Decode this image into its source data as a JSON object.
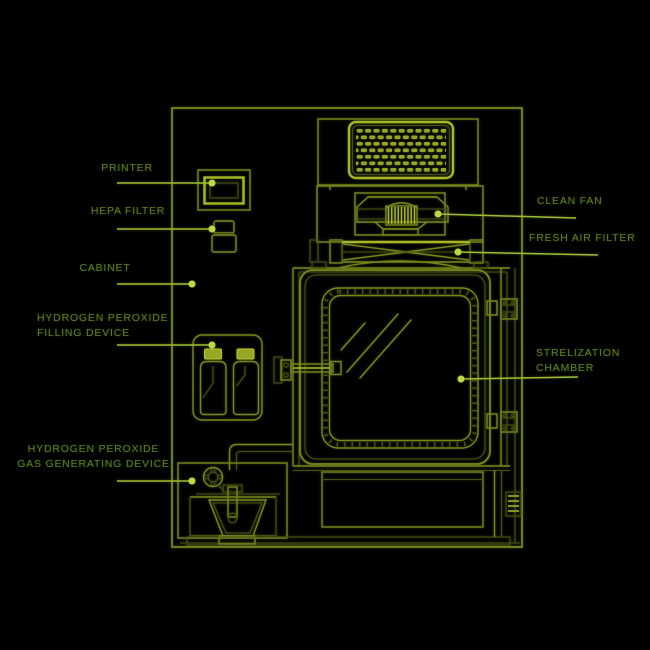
{
  "diagram": {
    "labels": {
      "printer": "PRINTER",
      "hepa_filter": "HEPA FILTER",
      "cabinet": "CABINET",
      "h2o2_filling": {
        "line1": "HYDROGEN PEROXIDE",
        "line2": "FILLING DEVICE"
      },
      "h2o2_gas": {
        "line1": "HYDROGEN PEROXIDE",
        "line2": "GAS GENERATING DEVICE"
      },
      "clean_fan": "CLEAN FAN",
      "fresh_air_filter": "FRESH AIR FILTER",
      "sterilization_chamber": {
        "line1": "STRELIZATION",
        "line2": "CHAMBER"
      }
    },
    "colors": {
      "background": "#000000",
      "line": "#76861b",
      "line_dim": "#454f11",
      "line_bright": "#a6b626",
      "leader_line": "#9cbd33",
      "callout_dot": "#bcd945",
      "label_text": "#5f8020"
    }
  }
}
